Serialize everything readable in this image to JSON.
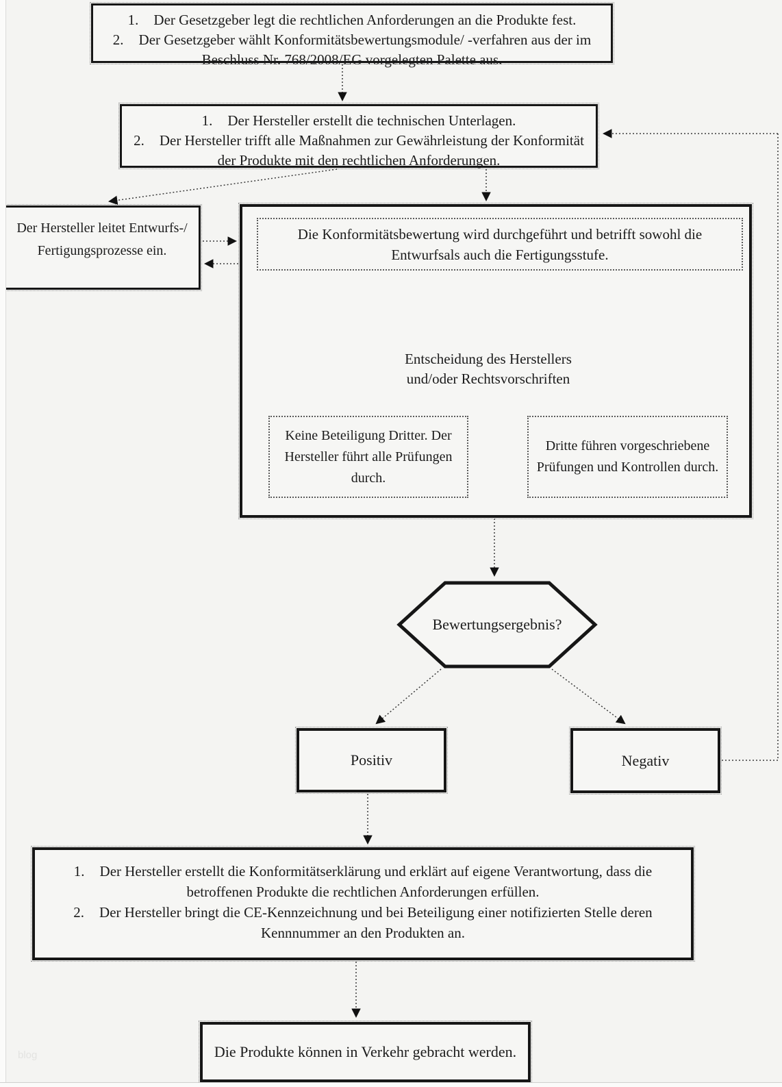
{
  "page": {
    "watermark": "blog",
    "colors": {
      "background": "#f4f4f2",
      "box_fill": "#f6f6f4",
      "border": "#161616",
      "connector": "#3a3a3a",
      "text": "#1b1b1b"
    }
  },
  "flowchart": {
    "legislator_box": {
      "items": [
        {
          "num": "1.",
          "text": "Der Gesetzgeber legt die rechtlichen Anforderungen an die Produkte fest."
        },
        {
          "num": "2.",
          "text": "Der Gesetzgeber wählt Konformitätsbewertungsmodule/ -verfahren aus der im Beschluss Nr. 768/2008/EG vorgelegten Palette aus."
        }
      ]
    },
    "manufacturer_prep_box": {
      "items": [
        {
          "num": "1.",
          "text": "Der Hersteller erstellt die technischen Unterlagen."
        },
        {
          "num": "2.",
          "text": "Der Hersteller trifft alle Maßnahmen zur Gewährleistung der Konformität der Produkte mit den rechtlichen Anforderungen."
        }
      ]
    },
    "design_process_box": {
      "text": "Der Hersteller leitet Entwurfs-/ Fertigungsprozesse ein."
    },
    "conformity_assessment_box": {
      "text": "Die Konformitätsbewertung wird durchgeführt und betrifft sowohl die Entwurfsals auch die Fertigungsstufe."
    },
    "decision_label": {
      "text": "Entscheidung des Herstellers und/oder Rechtsvorschriften"
    },
    "no_third_party_box": {
      "text": "Keine Beteiligung Dritter. Der Hersteller führt alle Prüfungen durch."
    },
    "third_party_box": {
      "text": "Dritte führen vorgeschriebene Prüfungen und Kontrollen durch."
    },
    "result_hexagon": {
      "text": "Bewertungsergebnis?"
    },
    "positive_box": {
      "text": "Positiv"
    },
    "negative_box": {
      "text": "Negativ"
    },
    "declaration_box": {
      "items": [
        {
          "num": "1.",
          "text": "Der Hersteller erstellt die Konformitätserklärung und erklärt auf eigene Verantwortung, dass die betroffenen Produkte die rechtlichen Anforderungen erfüllen."
        },
        {
          "num": "2.",
          "text": "Der Hersteller bringt die CE-Kennzeichnung und bei Beteiligung einer notifizierten Stelle deren Kennnummer an den Produkten an."
        }
      ]
    },
    "market_box": {
      "text": "Die Produkte können in Verkehr gebracht werden."
    }
  }
}
